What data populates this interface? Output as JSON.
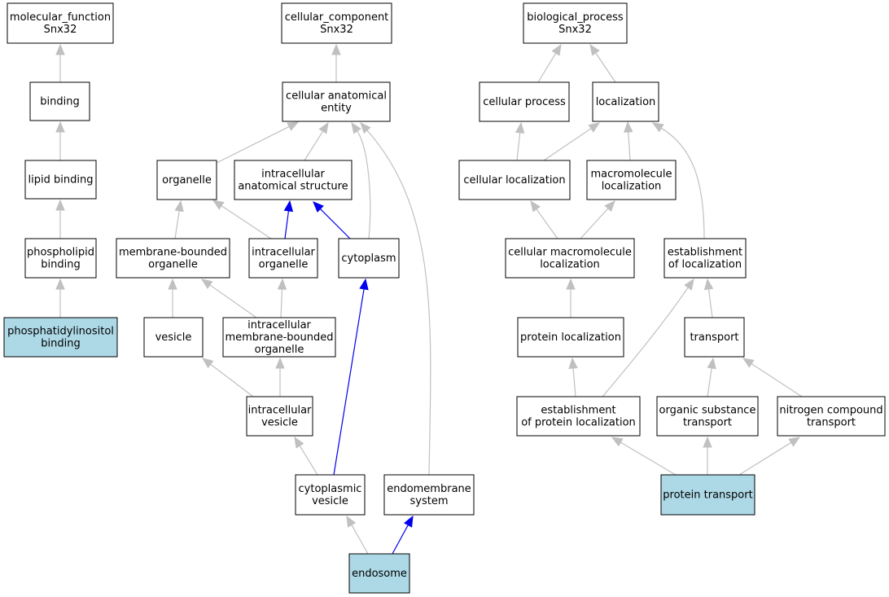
{
  "colors": {
    "highlight_fill": "#add8e6",
    "node_fill": "#ffffff",
    "edge_gray": "#c0c0c0",
    "edge_blue": "#0000ee"
  },
  "nodes": [
    {
      "id": "mf",
      "lines": [
        "molecular_function",
        "Snx32"
      ],
      "highlight": false
    },
    {
      "id": "binding",
      "lines": [
        "binding"
      ],
      "highlight": false
    },
    {
      "id": "lipid_binding",
      "lines": [
        "lipid binding"
      ],
      "highlight": false
    },
    {
      "id": "phospholipid_binding",
      "lines": [
        "phospholipid",
        "binding"
      ],
      "highlight": false
    },
    {
      "id": "pi_binding",
      "lines": [
        "phosphatidylinositol",
        "binding"
      ],
      "highlight": true
    },
    {
      "id": "cc",
      "lines": [
        "cellular_component",
        "Snx32"
      ],
      "highlight": false
    },
    {
      "id": "cae",
      "lines": [
        "cellular anatomical",
        "entity"
      ],
      "highlight": false
    },
    {
      "id": "organelle",
      "lines": [
        "organelle"
      ],
      "highlight": false
    },
    {
      "id": "ias",
      "lines": [
        "intracellular",
        "anatomical structure"
      ],
      "highlight": false
    },
    {
      "id": "mbo",
      "lines": [
        "membrane-bounded",
        "organelle"
      ],
      "highlight": false
    },
    {
      "id": "io",
      "lines": [
        "intracellular",
        "organelle"
      ],
      "highlight": false
    },
    {
      "id": "cytoplasm",
      "lines": [
        "cytoplasm"
      ],
      "highlight": false
    },
    {
      "id": "vesicle",
      "lines": [
        "vesicle"
      ],
      "highlight": false
    },
    {
      "id": "imbo",
      "lines": [
        "intracellular",
        "membrane-bounded",
        "organelle"
      ],
      "highlight": false
    },
    {
      "id": "iv",
      "lines": [
        "intracellular",
        "vesicle"
      ],
      "highlight": false
    },
    {
      "id": "cv",
      "lines": [
        "cytoplasmic",
        "vesicle"
      ],
      "highlight": false
    },
    {
      "id": "es",
      "lines": [
        "endomembrane",
        "system"
      ],
      "highlight": false
    },
    {
      "id": "endosome",
      "lines": [
        "endosome"
      ],
      "highlight": true
    },
    {
      "id": "bp",
      "lines": [
        "biological_process",
        "Snx32"
      ],
      "highlight": false
    },
    {
      "id": "cp",
      "lines": [
        "cellular process"
      ],
      "highlight": false
    },
    {
      "id": "loc",
      "lines": [
        "localization"
      ],
      "highlight": false
    },
    {
      "id": "cl",
      "lines": [
        "cellular localization"
      ],
      "highlight": false
    },
    {
      "id": "ml",
      "lines": [
        "macromolecule",
        "localization"
      ],
      "highlight": false
    },
    {
      "id": "cml",
      "lines": [
        "cellular macromolecule",
        "localization"
      ],
      "highlight": false
    },
    {
      "id": "eol",
      "lines": [
        "establishment",
        "of localization"
      ],
      "highlight": false
    },
    {
      "id": "pl",
      "lines": [
        "protein localization"
      ],
      "highlight": false
    },
    {
      "id": "transport",
      "lines": [
        "transport"
      ],
      "highlight": false
    },
    {
      "id": "epl",
      "lines": [
        "establishment",
        "of protein localization"
      ],
      "highlight": false
    },
    {
      "id": "ost",
      "lines": [
        "organic substance",
        "transport"
      ],
      "highlight": false
    },
    {
      "id": "nct",
      "lines": [
        "nitrogen compound",
        "transport"
      ],
      "highlight": false
    },
    {
      "id": "pt",
      "lines": [
        "protein transport"
      ],
      "highlight": true
    }
  ],
  "edges": [
    {
      "from": "binding",
      "to": "mf",
      "color": "gray"
    },
    {
      "from": "lipid_binding",
      "to": "binding",
      "color": "gray"
    },
    {
      "from": "phospholipid_binding",
      "to": "lipid_binding",
      "color": "gray"
    },
    {
      "from": "pi_binding",
      "to": "phospholipid_binding",
      "color": "gray"
    },
    {
      "from": "cae",
      "to": "cc",
      "color": "gray"
    },
    {
      "from": "organelle",
      "to": "cae",
      "color": "gray"
    },
    {
      "from": "ias",
      "to": "cae",
      "color": "gray"
    },
    {
      "from": "cytoplasm",
      "to": "cae",
      "color": "gray"
    },
    {
      "from": "es",
      "to": "cae",
      "color": "gray"
    },
    {
      "from": "mbo",
      "to": "organelle",
      "color": "gray"
    },
    {
      "from": "io",
      "to": "organelle",
      "color": "gray"
    },
    {
      "from": "io",
      "to": "ias",
      "color": "blue"
    },
    {
      "from": "cytoplasm",
      "to": "ias",
      "color": "blue"
    },
    {
      "from": "vesicle",
      "to": "mbo",
      "color": "gray"
    },
    {
      "from": "imbo",
      "to": "mbo",
      "color": "gray"
    },
    {
      "from": "imbo",
      "to": "io",
      "color": "gray"
    },
    {
      "from": "iv",
      "to": "vesicle",
      "color": "gray"
    },
    {
      "from": "iv",
      "to": "imbo",
      "color": "gray"
    },
    {
      "from": "cv",
      "to": "iv",
      "color": "gray"
    },
    {
      "from": "cv",
      "to": "cytoplasm",
      "color": "blue"
    },
    {
      "from": "endosome",
      "to": "cv",
      "color": "gray"
    },
    {
      "from": "endosome",
      "to": "es",
      "color": "blue"
    },
    {
      "from": "cp",
      "to": "bp",
      "color": "gray"
    },
    {
      "from": "loc",
      "to": "bp",
      "color": "gray"
    },
    {
      "from": "cl",
      "to": "cp",
      "color": "gray"
    },
    {
      "from": "cl",
      "to": "loc",
      "color": "gray"
    },
    {
      "from": "ml",
      "to": "loc",
      "color": "gray"
    },
    {
      "from": "eol",
      "to": "loc",
      "color": "gray"
    },
    {
      "from": "cml",
      "to": "cl",
      "color": "gray"
    },
    {
      "from": "cml",
      "to": "ml",
      "color": "gray"
    },
    {
      "from": "pl",
      "to": "cml",
      "color": "gray"
    },
    {
      "from": "transport",
      "to": "eol",
      "color": "gray"
    },
    {
      "from": "epl",
      "to": "eol",
      "color": "gray"
    },
    {
      "from": "epl",
      "to": "pl",
      "color": "gray"
    },
    {
      "from": "ost",
      "to": "transport",
      "color": "gray"
    },
    {
      "from": "nct",
      "to": "transport",
      "color": "gray"
    },
    {
      "from": "pt",
      "to": "epl",
      "color": "gray"
    },
    {
      "from": "pt",
      "to": "ost",
      "color": "gray"
    },
    {
      "from": "pt",
      "to": "nct",
      "color": "gray"
    }
  ]
}
